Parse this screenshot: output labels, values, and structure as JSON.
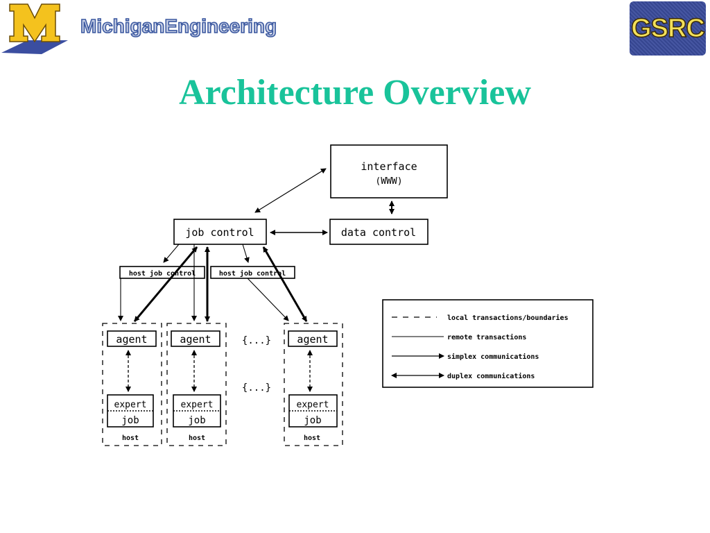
{
  "header": {
    "logo_word": "MichiganEngineering",
    "badge_text": "GSRC"
  },
  "title": "Architecture Overview",
  "diagram": {
    "interface": {
      "line1": "interface",
      "line2": "(WWW)"
    },
    "job_control": "job control",
    "data_control": "data control",
    "host_job_control_1": "host job control",
    "host_job_control_2": "host job control",
    "agent_1": "agent",
    "agent_2": "agent",
    "agent_3": "agent",
    "ellipsis_1": "{...}",
    "ellipsis_2": "{...}",
    "expert_1": "expert",
    "expert_2": "expert",
    "expert_3": "expert",
    "job_1": "job",
    "job_2": "job",
    "job_3": "job",
    "host_1": "host",
    "host_2": "host",
    "host_3": "host"
  },
  "legend": {
    "items": [
      {
        "label": "local transactions/boundaries"
      },
      {
        "label": "remote transactions"
      },
      {
        "label": "simplex communications"
      },
      {
        "label": "duplex communications"
      }
    ]
  }
}
